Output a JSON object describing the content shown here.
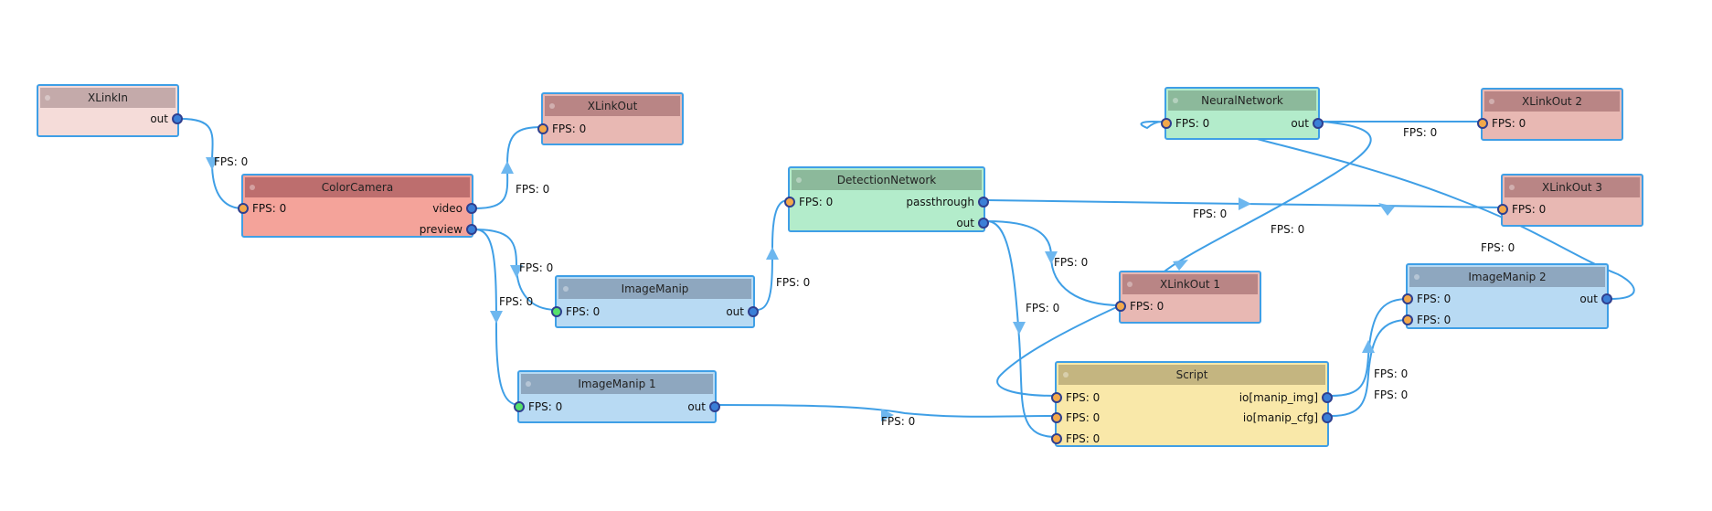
{
  "colors": {
    "wire": "#3f9fe6",
    "node_border": "#3f9fe6",
    "port_in_default": "#f3a84a",
    "port_in_blocking": "#56e06a",
    "port_out": "#3b7fd7"
  },
  "nodes": {
    "xlinkin": {
      "title": "XLinkIn",
      "out": "out"
    },
    "colorcamera": {
      "title": "ColorCamera",
      "in": "FPS: 0",
      "video": "video",
      "preview": "preview"
    },
    "xlinkout": {
      "title": "XLinkOut",
      "in": "FPS: 0"
    },
    "imagemanip": {
      "title": "ImageManip",
      "in": "FPS: 0",
      "out": "out"
    },
    "imagemanip1": {
      "title": "ImageManip 1",
      "in": "FPS: 0",
      "out": "out"
    },
    "detectionnetwork": {
      "title": "DetectionNetwork",
      "in": "FPS: 0",
      "passthrough": "passthrough",
      "out": "out"
    },
    "neuralnetwork": {
      "title": "NeuralNetwork",
      "in": "FPS: 0",
      "out": "out"
    },
    "xlinkout1": {
      "title": "XLinkOut 1",
      "in": "FPS: 0"
    },
    "xlinkout2": {
      "title": "XLinkOut 2",
      "in": "FPS: 0"
    },
    "xlinkout3": {
      "title": "XLinkOut 3",
      "in": "FPS: 0"
    },
    "script": {
      "title": "Script",
      "in1": "FPS: 0",
      "in2": "FPS: 0",
      "in3": "FPS: 0",
      "out_img": "io[manip_img]",
      "out_cfg": "io[manip_cfg]"
    },
    "imagemanip2": {
      "title": "ImageManip 2",
      "in1": "FPS: 0",
      "in2": "FPS: 0",
      "out": "out"
    }
  },
  "wire_labels": {
    "xlinkin_colorcamera": "FPS: 0",
    "video_xlinkout": "FPS: 0",
    "preview_imagemanip": "FPS: 0",
    "preview_imagemanip1": "FPS: 0",
    "imagemanip_detection": "FPS: 0",
    "passthrough_xlinkout3": "FPS: 0",
    "nn_xlinkout1": "FPS: 0",
    "nn_xlinkout2": "FPS: 0",
    "detection_xlinkout1": "FPS: 0",
    "detection_script": "FPS: 0",
    "imagemanip1_script": "FPS: 0",
    "manip2_nn": "FPS: 0",
    "script_img": "FPS: 0",
    "script_cfg": "FPS: 0"
  }
}
